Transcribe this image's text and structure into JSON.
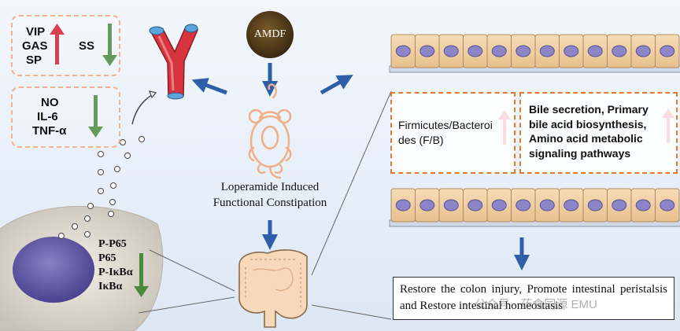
{
  "hormones": {
    "items": [
      "VIP",
      "GAS",
      "SP"
    ],
    "ss": "SS"
  },
  "inflammation": {
    "items": [
      "NO",
      "IL-6",
      "TNF-α"
    ]
  },
  "pathway": {
    "items": [
      "P-P65",
      "P65",
      "P-IκBα",
      "IκBα"
    ]
  },
  "drug": {
    "label": "AMDF"
  },
  "model": {
    "line1": "Loperamide Induced",
    "line2": "Functional Constipation"
  },
  "microbiota": {
    "label": "Firmicutes/Bacteroides (F/B)"
  },
  "bile": {
    "label": "Bile secretion, Primary bile acid biosynthesis, Amino acid metabolic signaling pathways"
  },
  "outcome": {
    "text": "Restore the colon injury, Promote intestinal peristalsis and Restore intestinal homeostasis"
  },
  "watermark": {
    "text": "公众号 · 药食同源 EMU"
  },
  "colors": {
    "up_arrow": "#d2202f",
    "down_arrow": "#4a8a3c",
    "flow_arrow": "#2e5ea8",
    "dash_box": "#e07a2e"
  }
}
